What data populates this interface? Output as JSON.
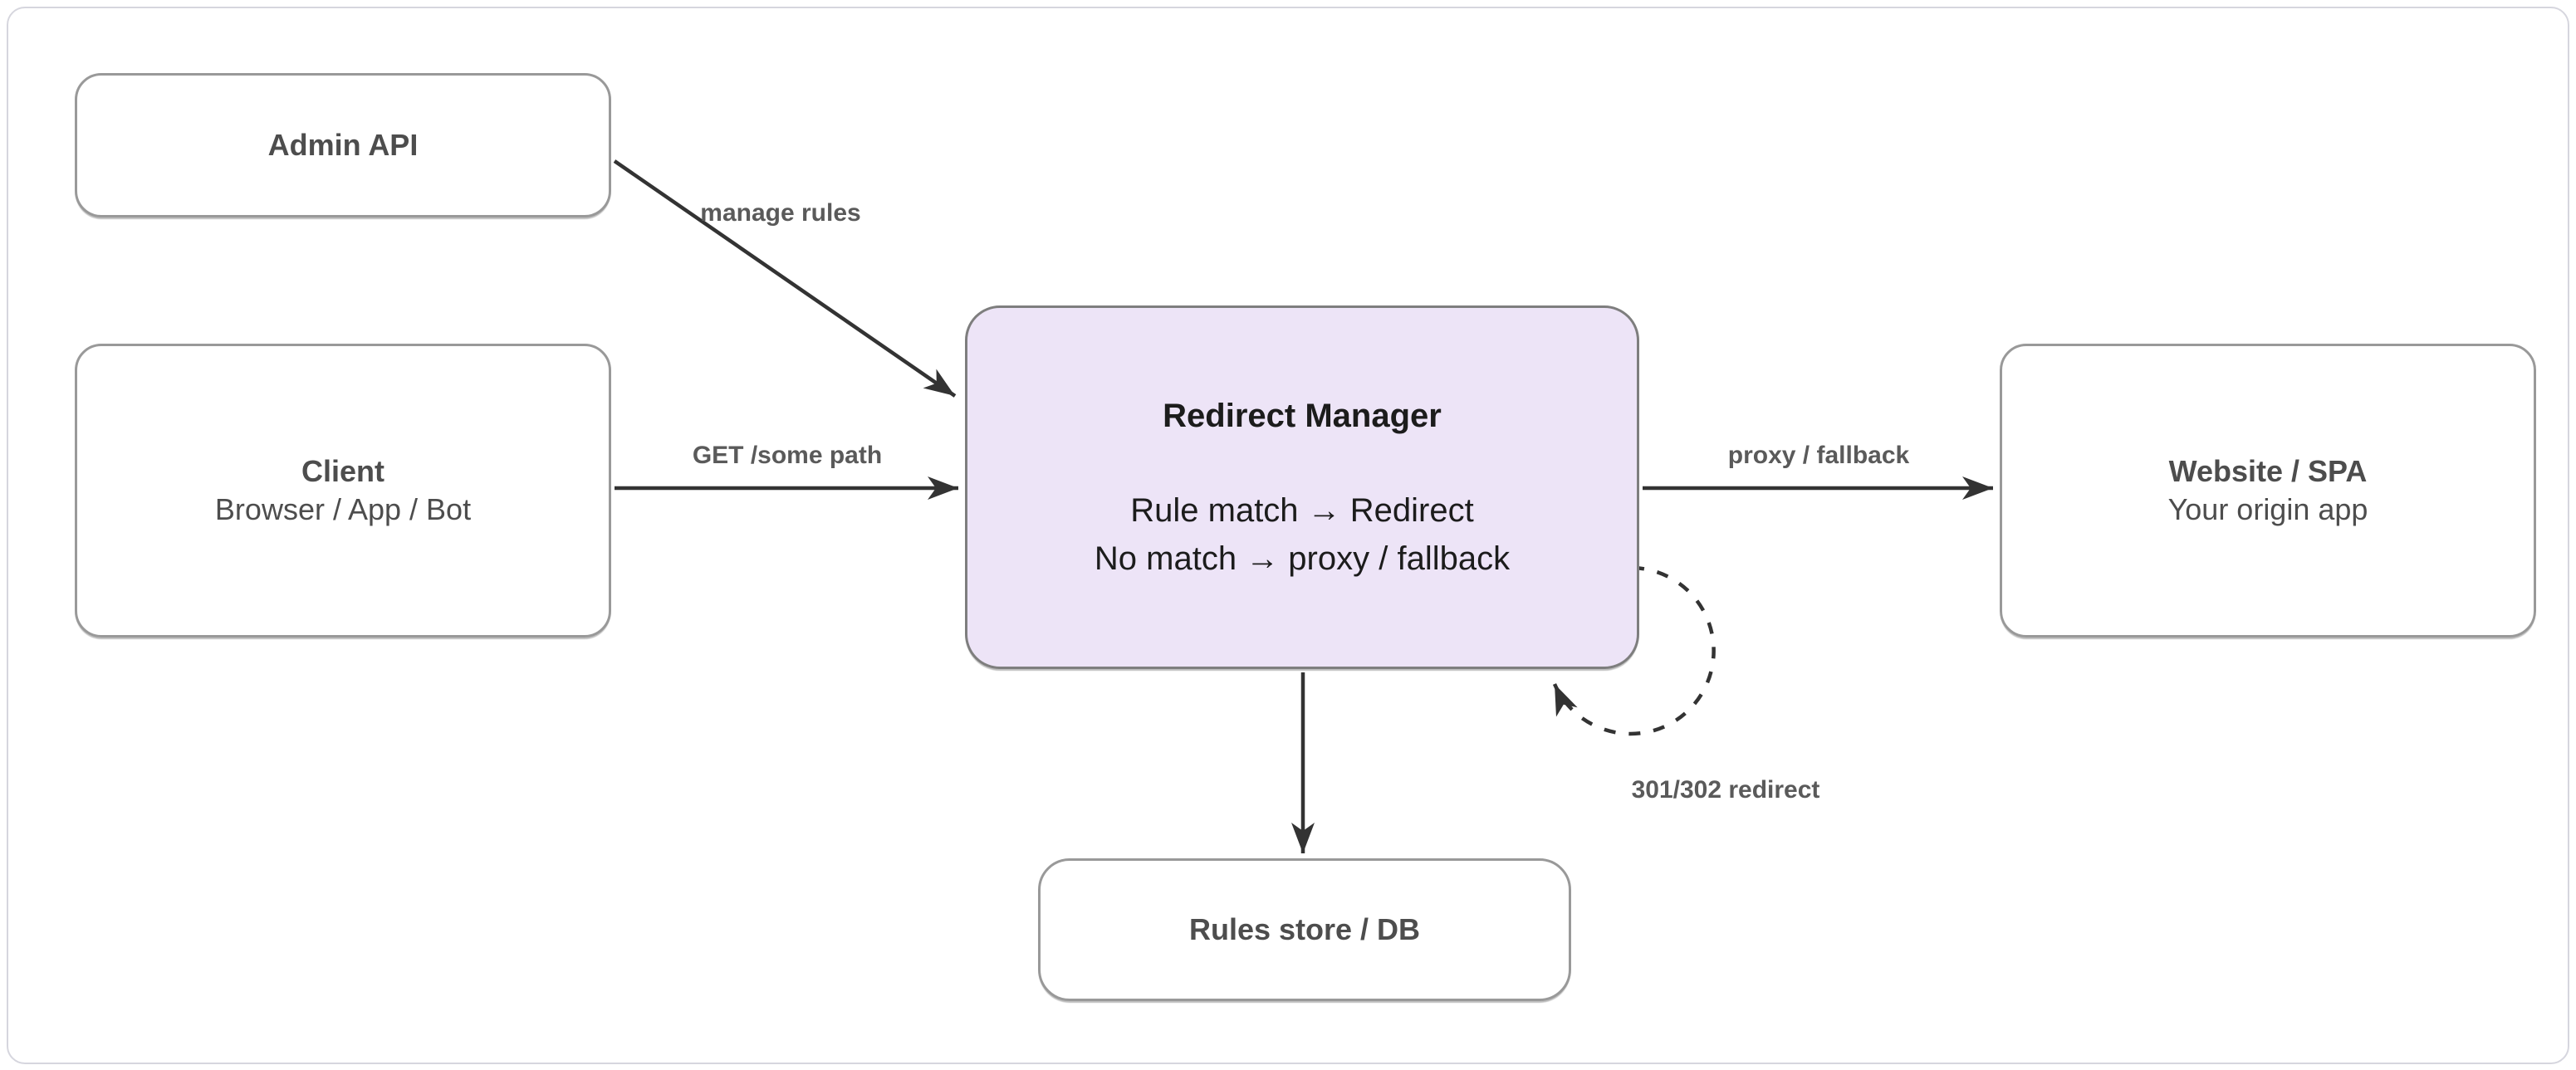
{
  "diagram": {
    "nodes": {
      "admin_api": {
        "title": "Admin API"
      },
      "client": {
        "title": "Client",
        "subtitle": "Browser / App / Bot"
      },
      "redirect_manager": {
        "title": "Redirect Manager",
        "line1": "Rule match → Redirect",
        "line2": "No match → proxy / fallback"
      },
      "website": {
        "title": "Website / SPA",
        "subtitle": "Your origin app"
      },
      "rules_store": {
        "title": "Rules store / DB"
      }
    },
    "edges": {
      "manage_rules": {
        "label": "manage rules"
      },
      "get_path": {
        "label": "GET /some path"
      },
      "proxy_fallback": {
        "label": "proxy / fallback"
      },
      "redirect_loop": {
        "label": "301/302 redirect"
      }
    },
    "colors": {
      "canvas_border": "#d6d6de",
      "node_border": "#999999",
      "node_text": "#4d4d4d",
      "accent_fill": "#ede4f7",
      "accent_border": "#7e7e7e",
      "accent_text": "#1c1c1c",
      "arrow": "#333333",
      "label_text": "#5a5a5a"
    }
  }
}
